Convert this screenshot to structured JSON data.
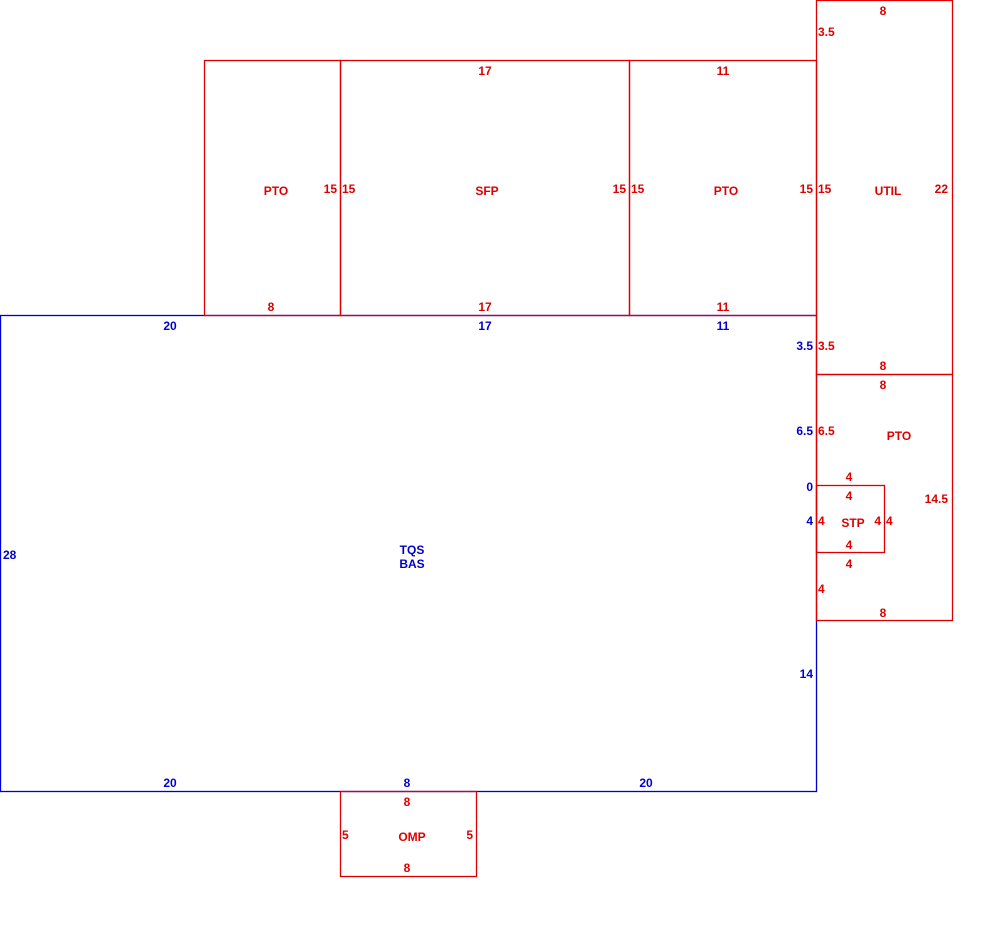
{
  "colors": {
    "main": "#0000cc",
    "addition": "#dd0000"
  },
  "areas": {
    "main": {
      "label_line1": "TQS",
      "label_line2": "BAS"
    },
    "pto_left": {
      "label": "PTO"
    },
    "sfp": {
      "label": "SFP"
    },
    "pto_mid": {
      "label": "PTO"
    },
    "util": {
      "label": "UTIL"
    },
    "pto_right": {
      "label": "PTO"
    },
    "stp": {
      "label": "STP"
    },
    "omp": {
      "label": "OMP"
    }
  },
  "dimensions": {
    "main": {
      "top_1": "20",
      "top_2": "17",
      "top_3": "11",
      "right_1": "3.5",
      "right_2": "6.5",
      "right_3": "0",
      "right_4": "4",
      "right_5": "14",
      "left": "28",
      "bottom_1": "20",
      "bottom_2": "8",
      "bottom_3": "20"
    },
    "pto_left": {
      "right": "15",
      "bottom": "8"
    },
    "sfp": {
      "top": "17",
      "left": "15",
      "right": "15",
      "bottom": "17"
    },
    "pto_mid": {
      "top": "11",
      "left": "15",
      "right": "15",
      "bottom": "11"
    },
    "util": {
      "top": "8",
      "left_top": "3.5",
      "left_mid": "15",
      "right": "22",
      "left_bottom": "3.5",
      "bottom": "8"
    },
    "pto_right": {
      "top": "8",
      "left_top": "6.5",
      "top_step": "4",
      "right": "14.5",
      "bottom_step": "4",
      "left_bottom": "4",
      "bottom": "8"
    },
    "stp": {
      "top": "4",
      "left": "4",
      "right_inner": "4",
      "right_outer": "4",
      "bottom": "4"
    },
    "omp": {
      "top": "8",
      "left": "5",
      "right": "5",
      "bottom": "8"
    }
  }
}
